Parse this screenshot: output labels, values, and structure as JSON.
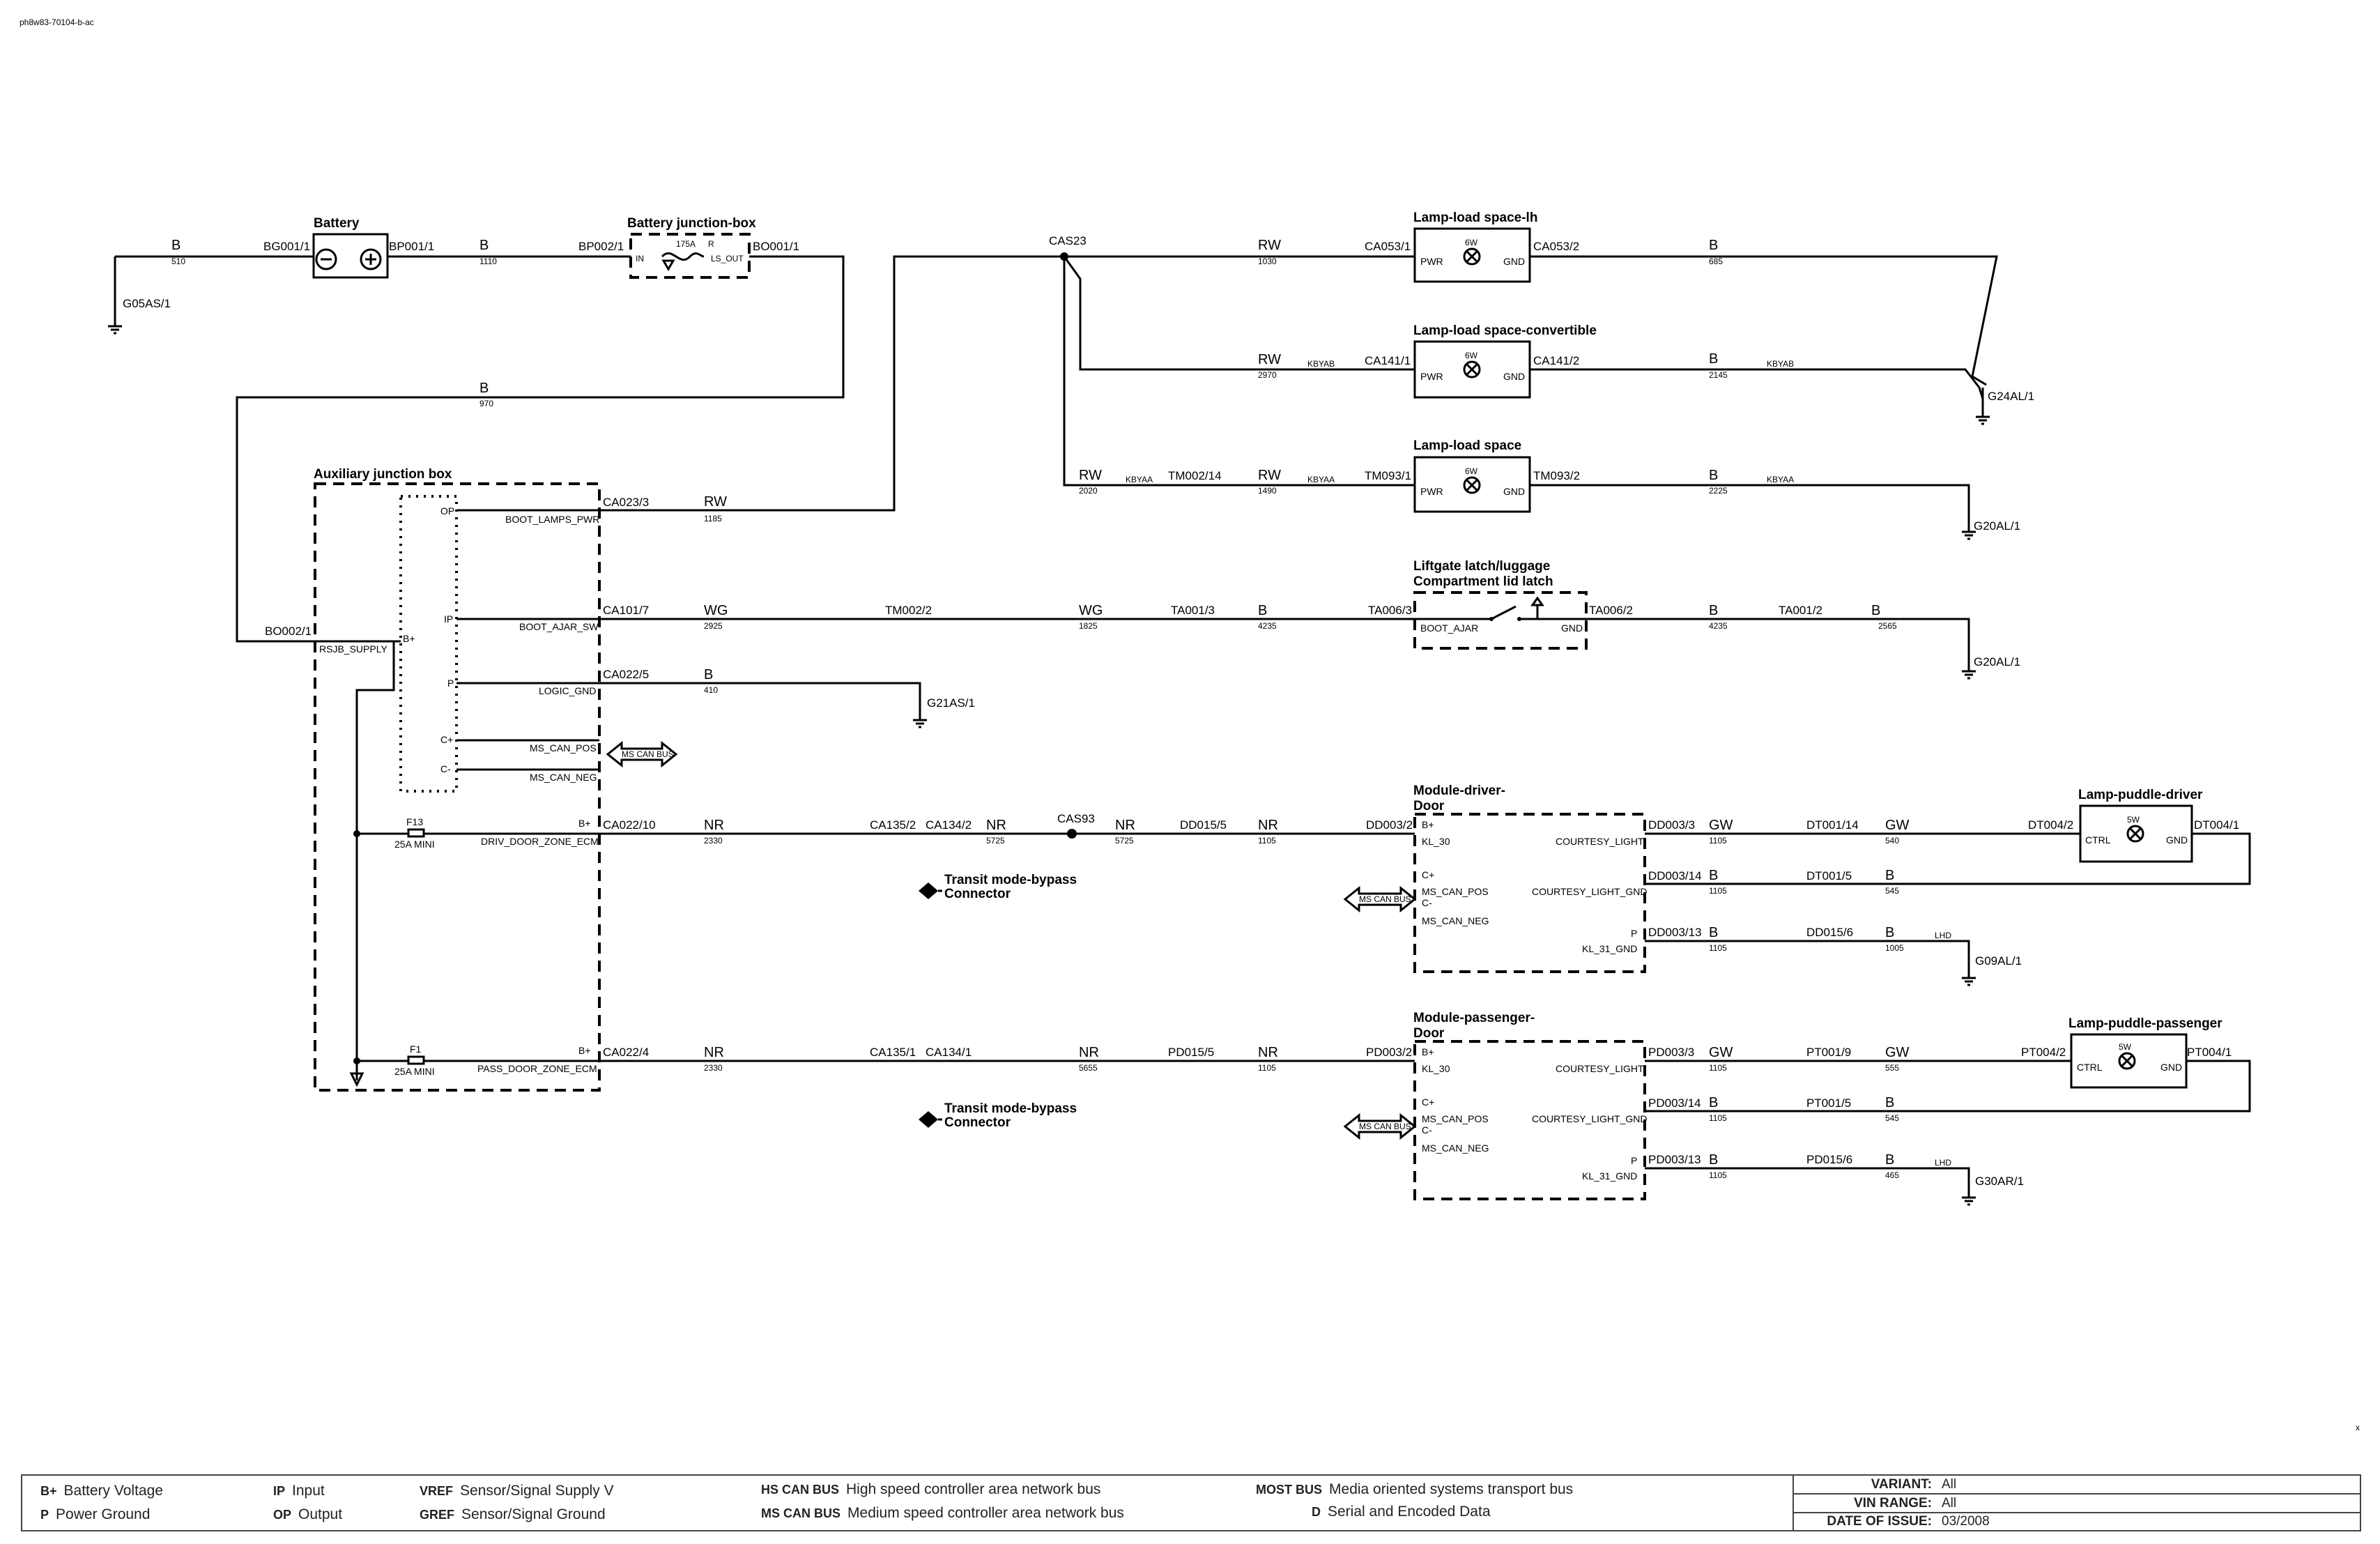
{
  "doc_id": "ph8w83-70104-b-ac",
  "components": {
    "battery": "Battery",
    "battery_junction_box": "Battery junction-box",
    "aux_junction_box": "Auxiliary junction box",
    "lamp_lh": "Lamp-load space-lh",
    "lamp_conv": "Lamp-load space-convertible",
    "lamp_space": "Lamp-load space",
    "liftgate_1": "Liftgate latch/luggage",
    "liftgate_2": "Compartment lid latch",
    "mod_driver_1": "Module-driver-",
    "mod_driver_2": "Door",
    "mod_pass_1": "Module-passenger-",
    "mod_pass_2": "Door",
    "puddle_driver": "Lamp-puddle-driver",
    "puddle_pass": "Lamp-puddle-passenger",
    "transit_1a": "Transit mode-bypass",
    "transit_1b": "Connector",
    "transit_2a": "Transit mode-bypass",
    "transit_2b": "Connector",
    "bus_tag": "MS CAN BUS"
  },
  "fuses": {
    "main": "175A",
    "main_r": "R",
    "main_in": "IN",
    "main_out": "LS_OUT",
    "f13": "F13",
    "f13_type": "25A MINI",
    "f1": "F1",
    "f1_type": "25A MINI"
  },
  "lamp_rating": {
    "lh": "6W",
    "conv": "6W",
    "space": "6W",
    "puddle_drv": "5W",
    "puddle_pass": "5W"
  },
  "pins": {
    "pwr": "PWR",
    "gnd": "GND",
    "ctrl": "CTRL",
    "op": "OP",
    "ip": "IP",
    "p": "P",
    "cplus": "C+",
    "cminus": "C-",
    "bplus": "B+",
    "boot_lamps_pwr": "BOOT_LAMPS_PWR",
    "boot_ajar_sw": "BOOT_AJAR_SW",
    "logic_gnd": "LOGIC_GND",
    "ms_can_pos": "MS_CAN_POS",
    "ms_can_neg": "MS_CAN_NEG",
    "driv_door": "DRIV_DOOR_ZONE_ECM",
    "pass_door": "PASS_DOOR_ZONE_ECM",
    "rsjb_supply": "RSJB_SUPPLY",
    "boot_ajar": "BOOT_AJAR",
    "kl30": "KL_30",
    "kl31": "KL_31_GND",
    "courtesy": "COURTESY_LIGHT",
    "courtesy_gnd": "COURTESY_LIGHT_GND"
  },
  "connectors": {
    "bg001_1": "BG001/1",
    "bp001_1": "BP001/1",
    "bp002_1": "BP002/1",
    "bo001_1": "BO001/1",
    "g05as_1": "G05AS/1",
    "cas23": "CAS23",
    "ca053_1": "CA053/1",
    "ca053_2": "CA053/2",
    "ca141_1": "CA141/1",
    "ca141_2": "CA141/2",
    "g24al_1": "G24AL/1",
    "tm002_14": "TM002/14",
    "tm093_1": "TM093/1",
    "tm093_2": "TM093/2",
    "g20al_1a": "G20AL/1",
    "ca023_3": "CA023/3",
    "ca101_7": "CA101/7",
    "tm002_2": "TM002/2",
    "ta001_3": "TA001/3",
    "ta006_3": "TA006/3",
    "ta006_2": "TA006/2",
    "ta001_2": "TA001/2",
    "g20al_1b": "G20AL/1",
    "bo002_1": "BO002/1",
    "ca022_5": "CA022/5",
    "g21as_1": "G21AS/1",
    "ca022_10": "CA022/10",
    "ca135_2": "CA135/2",
    "ca134_2": "CA134/2",
    "cas93": "CAS93",
    "dd015_5": "DD015/5",
    "dd003_2": "DD003/2",
    "dd003_3": "DD003/3",
    "dt001_14": "DT001/14",
    "dt004_2": "DT004/2",
    "dt004_1": "DT004/1",
    "dd003_14": "DD003/14",
    "dt001_5": "DT001/5",
    "dd003_13": "DD003/13",
    "dd015_6": "DD015/6",
    "g09al_1": "G09AL/1",
    "ca022_4": "CA022/4",
    "ca135_1": "CA135/1",
    "ca134_1": "CA134/1",
    "pd015_5": "PD015/5",
    "pd003_2": "PD003/2",
    "pd003_3": "PD003/3",
    "pt001_9": "PT001/9",
    "pt004_2": "PT004/2",
    "pt004_1": "PT004/1",
    "pd003_14": "PD003/14",
    "pt001_5": "PT001/5",
    "pd003_13": "PD003/13",
    "pd015_6": "PD015/6",
    "g30ar_1": "G30AR/1"
  },
  "wires": {
    "w510": {
      "c": "B",
      "n": "510"
    },
    "w1110": {
      "c": "B",
      "n": "1110"
    },
    "w970": {
      "c": "B",
      "n": "970"
    },
    "w1030": {
      "c": "RW",
      "n": "1030"
    },
    "w685": {
      "c": "B",
      "n": "685"
    },
    "w2970": {
      "c": "RW",
      "n": "2970"
    },
    "w2145": {
      "c": "B",
      "n": "2145"
    },
    "w2020": {
      "c": "RW",
      "n": "2020"
    },
    "w1490": {
      "c": "RW",
      "n": "1490"
    },
    "w2225": {
      "c": "B",
      "n": "2225"
    },
    "w1185": {
      "c": "RW",
      "n": "1185"
    },
    "w2925": {
      "c": "WG",
      "n": "2925"
    },
    "w1825": {
      "c": "WG",
      "n": "1825"
    },
    "w4235a": {
      "c": "B",
      "n": "4235"
    },
    "w4235b": {
      "c": "B",
      "n": "4235"
    },
    "w2565": {
      "c": "B",
      "n": "2565"
    },
    "w410": {
      "c": "B",
      "n": "410"
    },
    "w2330a": {
      "c": "NR",
      "n": "2330"
    },
    "w5725a": {
      "c": "NR",
      "n": "5725"
    },
    "w5725b": {
      "c": "NR",
      "n": "5725"
    },
    "w1105a": {
      "c": "NR",
      "n": "1105"
    },
    "w1105b": {
      "c": "GW",
      "n": "1105"
    },
    "w540": {
      "c": "GW",
      "n": "540"
    },
    "w1105c": {
      "c": "B",
      "n": "1105"
    },
    "w545a": {
      "c": "B",
      "n": "545"
    },
    "w1105d": {
      "c": "B",
      "n": "1105"
    },
    "w1005": {
      "c": "B",
      "n": "1005"
    },
    "w2330b": {
      "c": "NR",
      "n": "2330"
    },
    "w5655": {
      "c": "NR",
      "n": "5655"
    },
    "w1105e": {
      "c": "NR",
      "n": "1105"
    },
    "w1105f": {
      "c": "GW",
      "n": "1105"
    },
    "w555": {
      "c": "GW",
      "n": "555"
    },
    "w1105g": {
      "c": "B",
      "n": "1105"
    },
    "w545b": {
      "c": "B",
      "n": "545"
    },
    "w1105h": {
      "c": "B",
      "n": "1105"
    },
    "w465": {
      "c": "B",
      "n": "465"
    }
  },
  "wire_tags": {
    "kbyab1": "KBYAB",
    "kbyab2": "KBYAB",
    "kbyaa1": "KBYAA",
    "kbyaa2": "KBYAA",
    "kbyaa3": "KBYAA",
    "lhd1": "LHD",
    "lhd2": "LHD"
  },
  "legend": {
    "b_plus_key": "B+",
    "b_plus_val": "Battery Voltage",
    "p_key": "P",
    "p_val": "Power Ground",
    "ip_key": "IP",
    "ip_val": "Input",
    "op_key": "OP",
    "op_val": "Output",
    "vref_key": "VREF",
    "vref_val": "Sensor/Signal Supply V",
    "gref_key": "GREF",
    "gref_val": "Sensor/Signal Ground",
    "hs_key": "HS CAN BUS",
    "hs_val": "High speed controller area network bus",
    "ms_key": "MS CAN BUS",
    "ms_val": "Medium speed controller area network bus",
    "most_key": "MOST BUS",
    "most_val": "Media oriented systems transport bus",
    "d_key": "D",
    "d_val": "Serial and Encoded Data"
  },
  "info": {
    "variant_label": "VARIANT:",
    "variant": "All",
    "vin_label": "VIN RANGE:",
    "vin": "All",
    "date_label": "DATE OF ISSUE:",
    "date": "03/2008"
  },
  "corner_mark": "x"
}
